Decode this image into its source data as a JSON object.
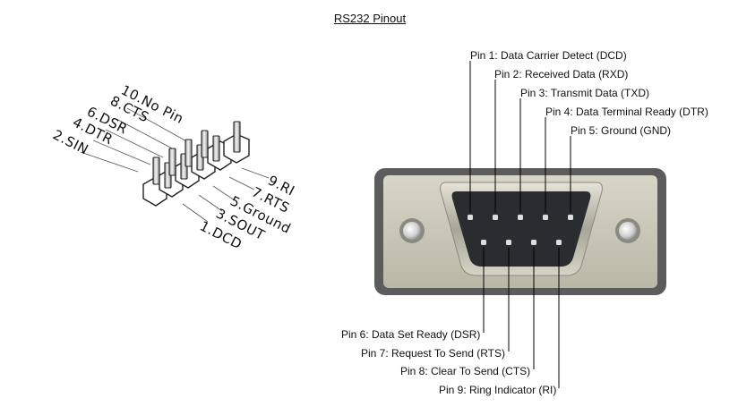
{
  "title": "RS232 Pinout",
  "db9_pins": [
    {
      "label": "Pin 1: Data Carrier Detect (DCD)"
    },
    {
      "label": "Pin 2: Received Data (RXD)"
    },
    {
      "label": "Pin 3: Transmit Data (TXD)"
    },
    {
      "label": "Pin 4: Data Terminal Ready (DTR)"
    },
    {
      "label": "Pin 5: Ground (GND)"
    },
    {
      "label": "Pin 6: Data Set Ready (DSR)"
    },
    {
      "label": "Pin 7: Request To Send (RTS)"
    },
    {
      "label": "Pin 8: Clear To Send (CTS)"
    },
    {
      "label": "Pin 9: Ring Indicator (RI)"
    }
  ],
  "header_pins": {
    "top_row": [
      "10.No Pin",
      "8.CTS",
      "6.DSR",
      "4.DTR",
      "2.SIN"
    ],
    "bottom_row": [
      "9.RI",
      "7.RTS",
      "5.Ground",
      "3.SOUT",
      "1.DCD"
    ]
  },
  "colors": {
    "housing_outer": "#5c5c5c",
    "housing_plate": "#c8c6b6",
    "shell": "#9a9888",
    "socket": "#2a2d30",
    "pin": "#dcdcdc",
    "leader": "#000000"
  }
}
